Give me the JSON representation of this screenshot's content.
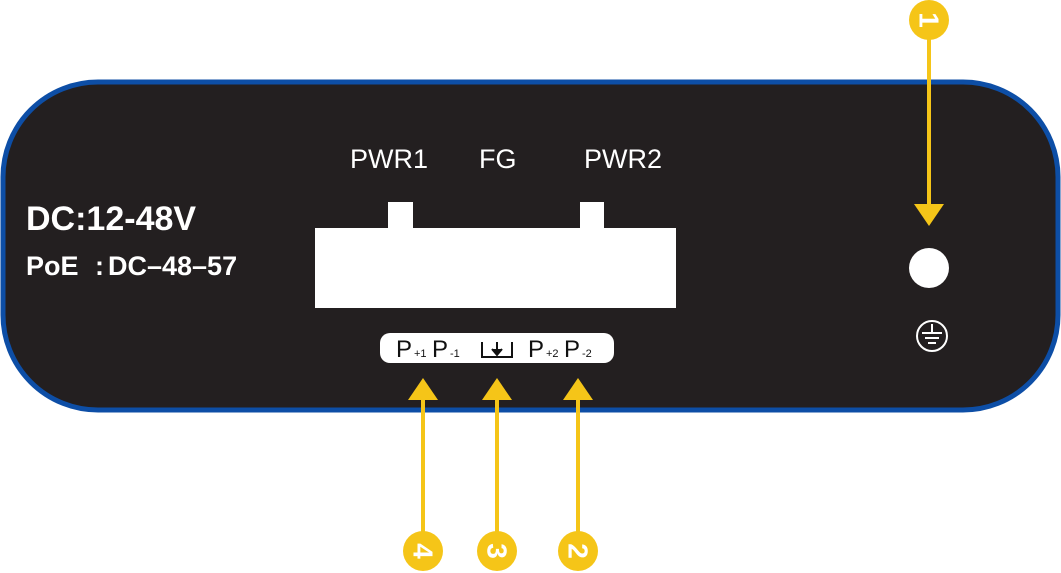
{
  "panel": {
    "power_rating": "DC:12-48V",
    "poe_label": "PoE",
    "poe_sep": ":",
    "poe_rating": "DC–48–57",
    "terminal_labels": {
      "pwr1": "PWR1",
      "fg": "FG",
      "pwr2": "PWR2"
    },
    "pin_label": {
      "p1_letter": "P",
      "p1_plus_sub": "+1",
      "p1_letter_b": "P",
      "p1_minus_sub": "-1",
      "p2_letter": "P",
      "p2_plus_sub": "+2",
      "p2_letter_b": "P",
      "p2_minus_sub": "-2"
    }
  },
  "callouts": [
    {
      "number": "1",
      "target": "ground-screw"
    },
    {
      "number": "2",
      "target": "pwr2-terminals"
    },
    {
      "number": "3",
      "target": "fg-terminal"
    },
    {
      "number": "4",
      "target": "pwr1-terminals"
    }
  ],
  "colors": {
    "panel_fill": "#231f20",
    "panel_border": "#0d4ea6",
    "callout": "#f5c518",
    "white": "#ffffff"
  },
  "icons": {
    "ground": "ground-symbol-icon",
    "chassis_ground": "chassis-ground-icon"
  }
}
